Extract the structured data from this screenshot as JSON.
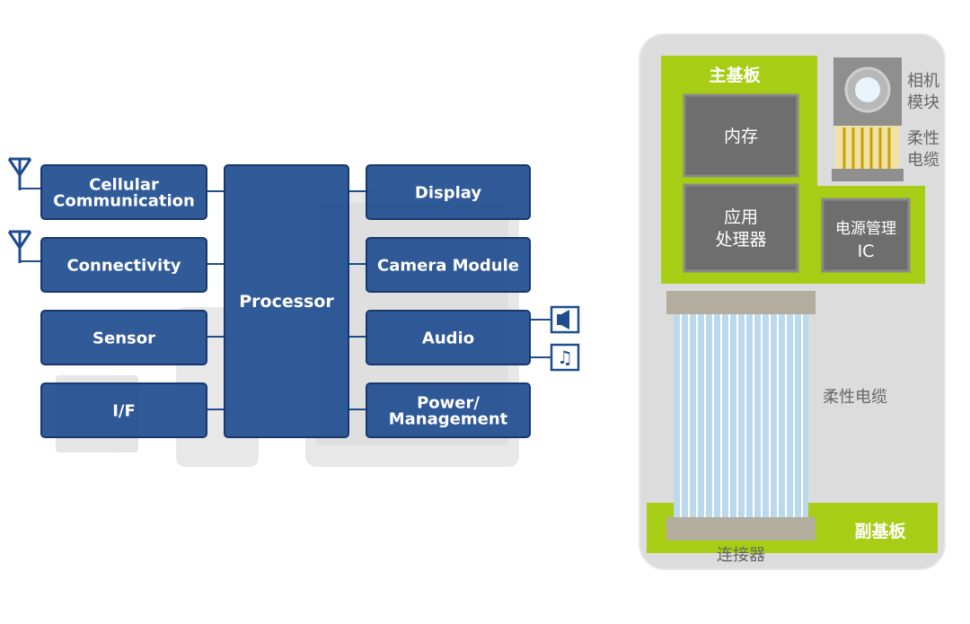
{
  "block_diagram": {
    "left_blocks": [
      {
        "lines": [
          "Cellular",
          "Communication"
        ]
      },
      {
        "lines": [
          "Connectivity"
        ]
      },
      {
        "lines": [
          "Sensor"
        ]
      },
      {
        "lines": [
          "I/F"
        ]
      }
    ],
    "center_block": {
      "label": "Processor"
    },
    "right_blocks": [
      {
        "lines": [
          "Display"
        ]
      },
      {
        "lines": [
          "Camera Module"
        ]
      },
      {
        "lines": [
          "Audio"
        ]
      },
      {
        "lines": [
          "Power/",
          "Management"
        ]
      }
    ],
    "icons": [
      "antenna-icon",
      "antenna-icon",
      "speaker-icon",
      "music-note-icon"
    ],
    "colors": {
      "block_fill": "#1f4c8f",
      "block_border": "#16386c",
      "line": "#1f4c8f",
      "background_devices": "#e6e6e6"
    }
  },
  "board_diagram": {
    "main_board_label": "主基板",
    "memory_label": "内存",
    "app_processor_label": [
      "应用",
      "处理器"
    ],
    "power_ic_label": [
      "电源管理",
      "IC"
    ],
    "camera_module_label": [
      "相机",
      "模块"
    ],
    "flex_cable_top_label": [
      "柔性",
      "电缆"
    ],
    "flex_cable_label": "柔性电缆",
    "sub_board_label": "副基板",
    "connector_label": "连接器",
    "colors": {
      "frame": "#dcdcdc",
      "board_green": "#a7cd14",
      "chip_dark": "#6e6e6e",
      "chip_border": "#8a8a8a",
      "cable_blue": "#bcd8ec",
      "label_text": "#666666",
      "board_text": "#ffffff"
    }
  }
}
